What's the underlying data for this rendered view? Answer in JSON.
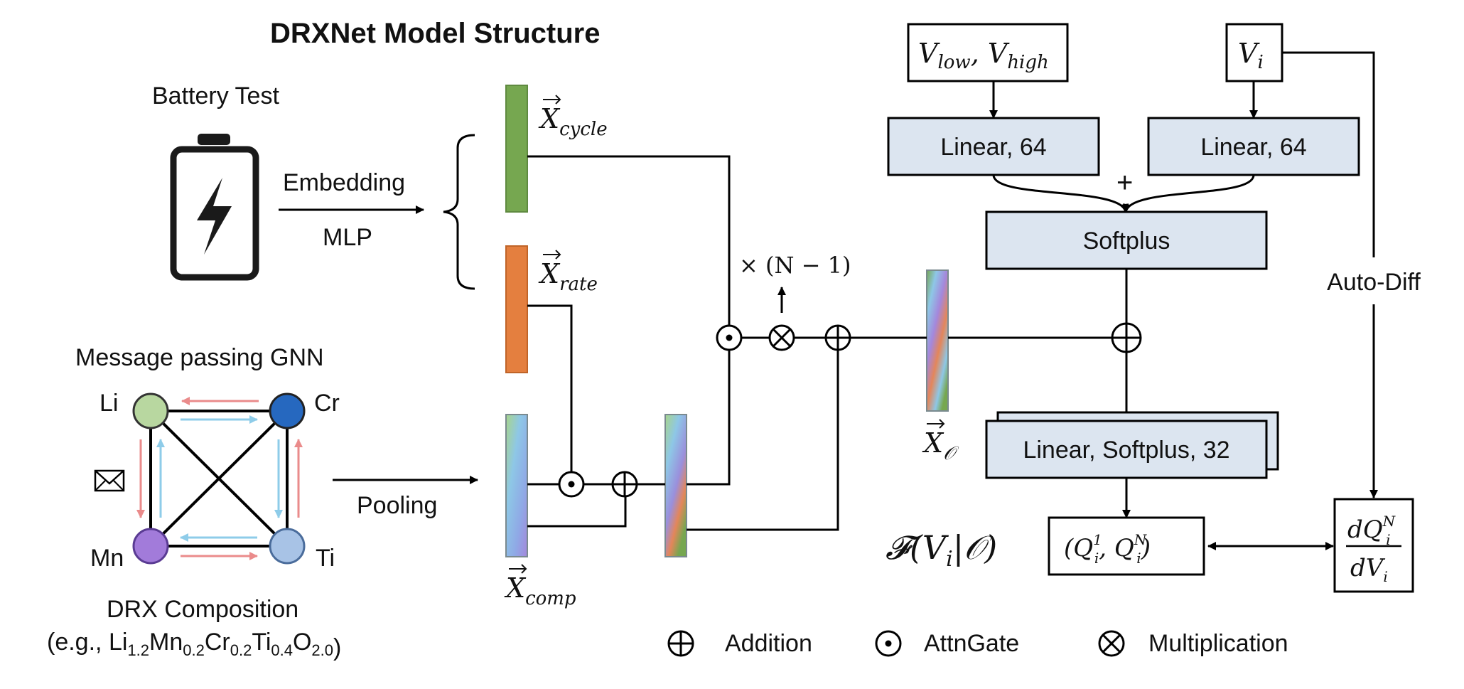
{
  "title": "DRXNet Model Structure",
  "battery": {
    "label": "Battery Test",
    "arrow_top": "Embedding",
    "arrow_bottom": "MLP"
  },
  "gnn": {
    "label": "Message passing GNN",
    "nodes": {
      "li": "Li",
      "cr": "Cr",
      "mn": "Mn",
      "ti": "Ti"
    },
    "pooling": "Pooling",
    "composition_label": "DRX Composition",
    "example_prefix": "(e.g., ",
    "example_suffix": ")",
    "formula": [
      {
        "el": "Li",
        "sub": "1.2"
      },
      {
        "el": "Mn",
        "sub": "0.2"
      },
      {
        "el": "Cr",
        "sub": "0.2"
      },
      {
        "el": "Ti",
        "sub": "0.4"
      },
      {
        "el": "O",
        "sub": "2.0"
      }
    ]
  },
  "vectors": {
    "x": "X",
    "cycle_sub": "cycle",
    "rate_sub": "rate",
    "comp_sub": "comp",
    "o_sub": "𝒪",
    "repeat_label": "× (N − 1)"
  },
  "boxes": {
    "v_low_high": {
      "v1": "V",
      "s1": "low",
      "sep": ", ",
      "v2": "V",
      "s2": "high"
    },
    "v_i": {
      "v": "V",
      "s": "i"
    },
    "linear_left": "Linear, 64",
    "linear_right": "Linear, 64",
    "plus": "+",
    "softplus": "Softplus",
    "linear_softplus": "Linear, Softplus, 32",
    "auto_diff": "Auto-Diff",
    "function_label": "𝓕(V",
    "function_label_sub": "i",
    "function_label_end": "|𝒪)",
    "q_pair": {
      "open": "(Q",
      "sup1": "1",
      "sub1": "i",
      "mid": ", Q",
      "sup2": "N",
      "sub2": "i",
      "close": ")"
    },
    "derivative": {
      "num": "dQ",
      "num_sup": "N",
      "num_sub": "i",
      "den": "dV",
      "den_sub": "i"
    }
  },
  "legend": {
    "addition": "Addition",
    "attngate": "AttnGate",
    "multiplication": "Multiplication"
  },
  "colors": {
    "cycle_bar": "#76a750",
    "rate_bar": "#e47f3f",
    "box_fill": "#dce5f0",
    "node_li": "#b8d7a0",
    "node_cr": "#2668bf",
    "node_mn": "#a27bda",
    "node_ti": "#a8c3e6",
    "arrow_red": "#ea8b8b",
    "arrow_blue": "#8ecce9"
  }
}
